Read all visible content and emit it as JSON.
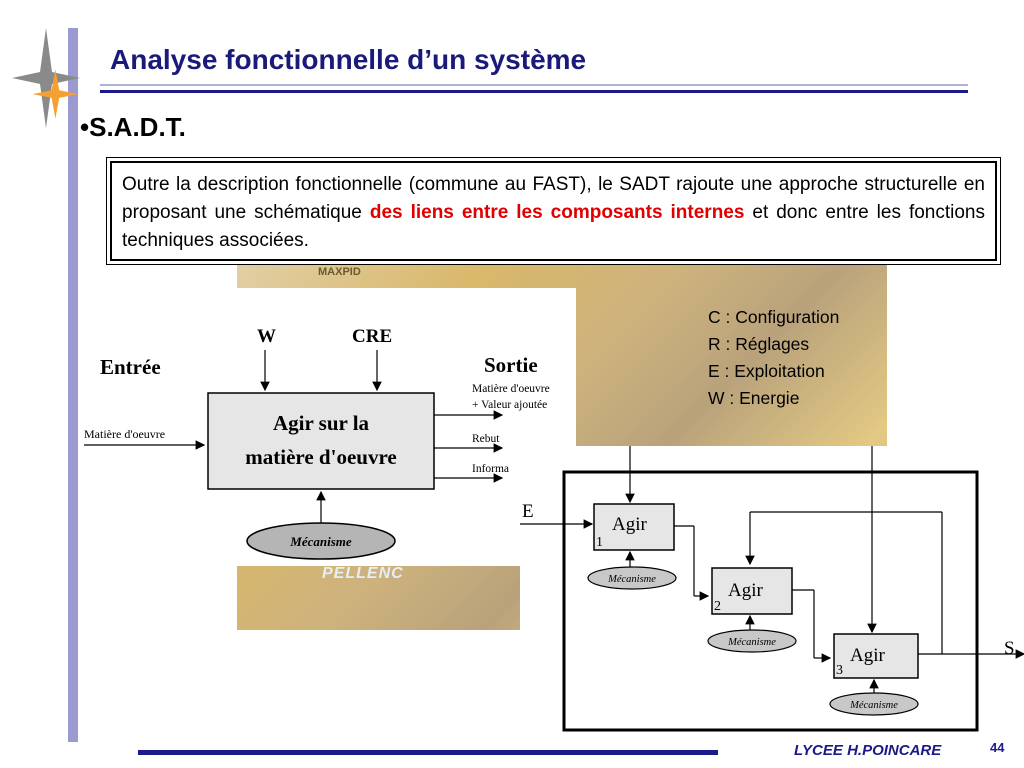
{
  "slide": {
    "title": "Analyse fonctionnelle d’un système",
    "bullet": "•S.A.D.T.",
    "body_text_1": "Outre la description fonctionnelle (commune au FAST), le SADT rajoute une approche structurelle en proposant une schématique ",
    "body_text_highlight": "des liens entre les composants internes",
    "body_text_2": " et donc entre les fonctions techniques associées.",
    "accent_color": "#1a1a8a",
    "highlight_color": "#e00000"
  },
  "photo": {
    "tag_top": "MAXPID",
    "tag_bottom": "PELLENC"
  },
  "left_diagram": {
    "input_heading": "Entrée",
    "output_heading": "Sortie",
    "control_w": "W",
    "control_cre": "CRE",
    "input_label": "Matière d'oeuvre",
    "box_line1": "Agir sur la",
    "box_line2": "matière d'oeuvre",
    "output1_line1": "Matière d'oeuvre",
    "output1_line2": "+ Valeur ajoutée",
    "output2": "Rebut",
    "output3": "Informa",
    "mechanism": "Mécanisme"
  },
  "legend": {
    "items": [
      "C : Configuration",
      "R : Réglages",
      "E : Exploitation",
      "W : Energie"
    ]
  },
  "right_diagram": {
    "input": "E",
    "output": "S",
    "blocks": [
      {
        "label": "Agir",
        "index": "1",
        "mechanism": "Mécanisme"
      },
      {
        "label": "Agir",
        "index": "2",
        "mechanism": "Mécanisme"
      },
      {
        "label": "Agir",
        "index": "3",
        "mechanism": "Mécanisme"
      }
    ]
  },
  "footer": {
    "school": "LYCEE H.POINCARE",
    "page": "44"
  }
}
